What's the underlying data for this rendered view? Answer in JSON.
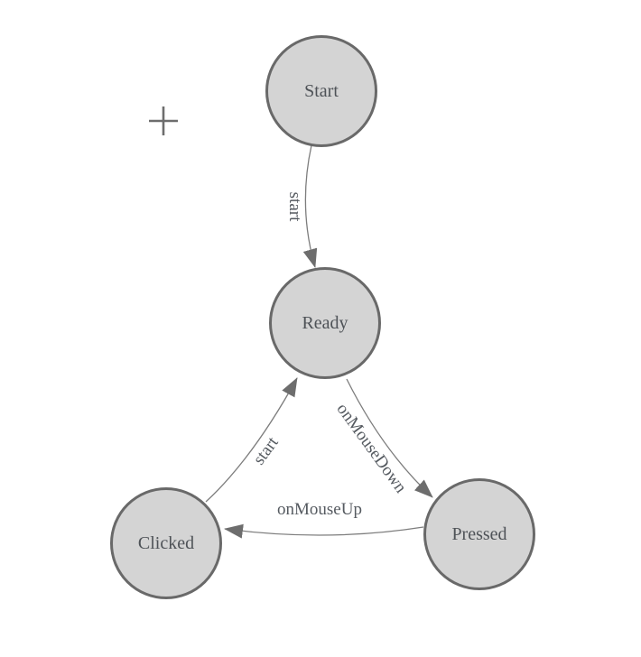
{
  "diagram": {
    "type": "state-machine",
    "nodes": [
      {
        "id": "start",
        "label": "Start"
      },
      {
        "id": "ready",
        "label": "Ready"
      },
      {
        "id": "clicked",
        "label": "Clicked"
      },
      {
        "id": "pressed",
        "label": "Pressed"
      }
    ],
    "edges": [
      {
        "from": "Start",
        "to": "Ready",
        "label": "start"
      },
      {
        "from": "Ready",
        "to": "Pressed",
        "label": "onMouseDown"
      },
      {
        "from": "Pressed",
        "to": "Clicked",
        "label": "onMouseUp"
      },
      {
        "from": "Clicked",
        "to": "Ready",
        "label": "start"
      }
    ],
    "colors": {
      "background": "#ffffff",
      "node_fill": "#d4d4d4",
      "node_border": "#696969",
      "node_text": "#4e5257",
      "edge_line": "#7d7d7d",
      "arrowhead": "#6d6d6d",
      "edge_label_text": "#555a60",
      "crosshair": "#6d6d6d"
    }
  }
}
